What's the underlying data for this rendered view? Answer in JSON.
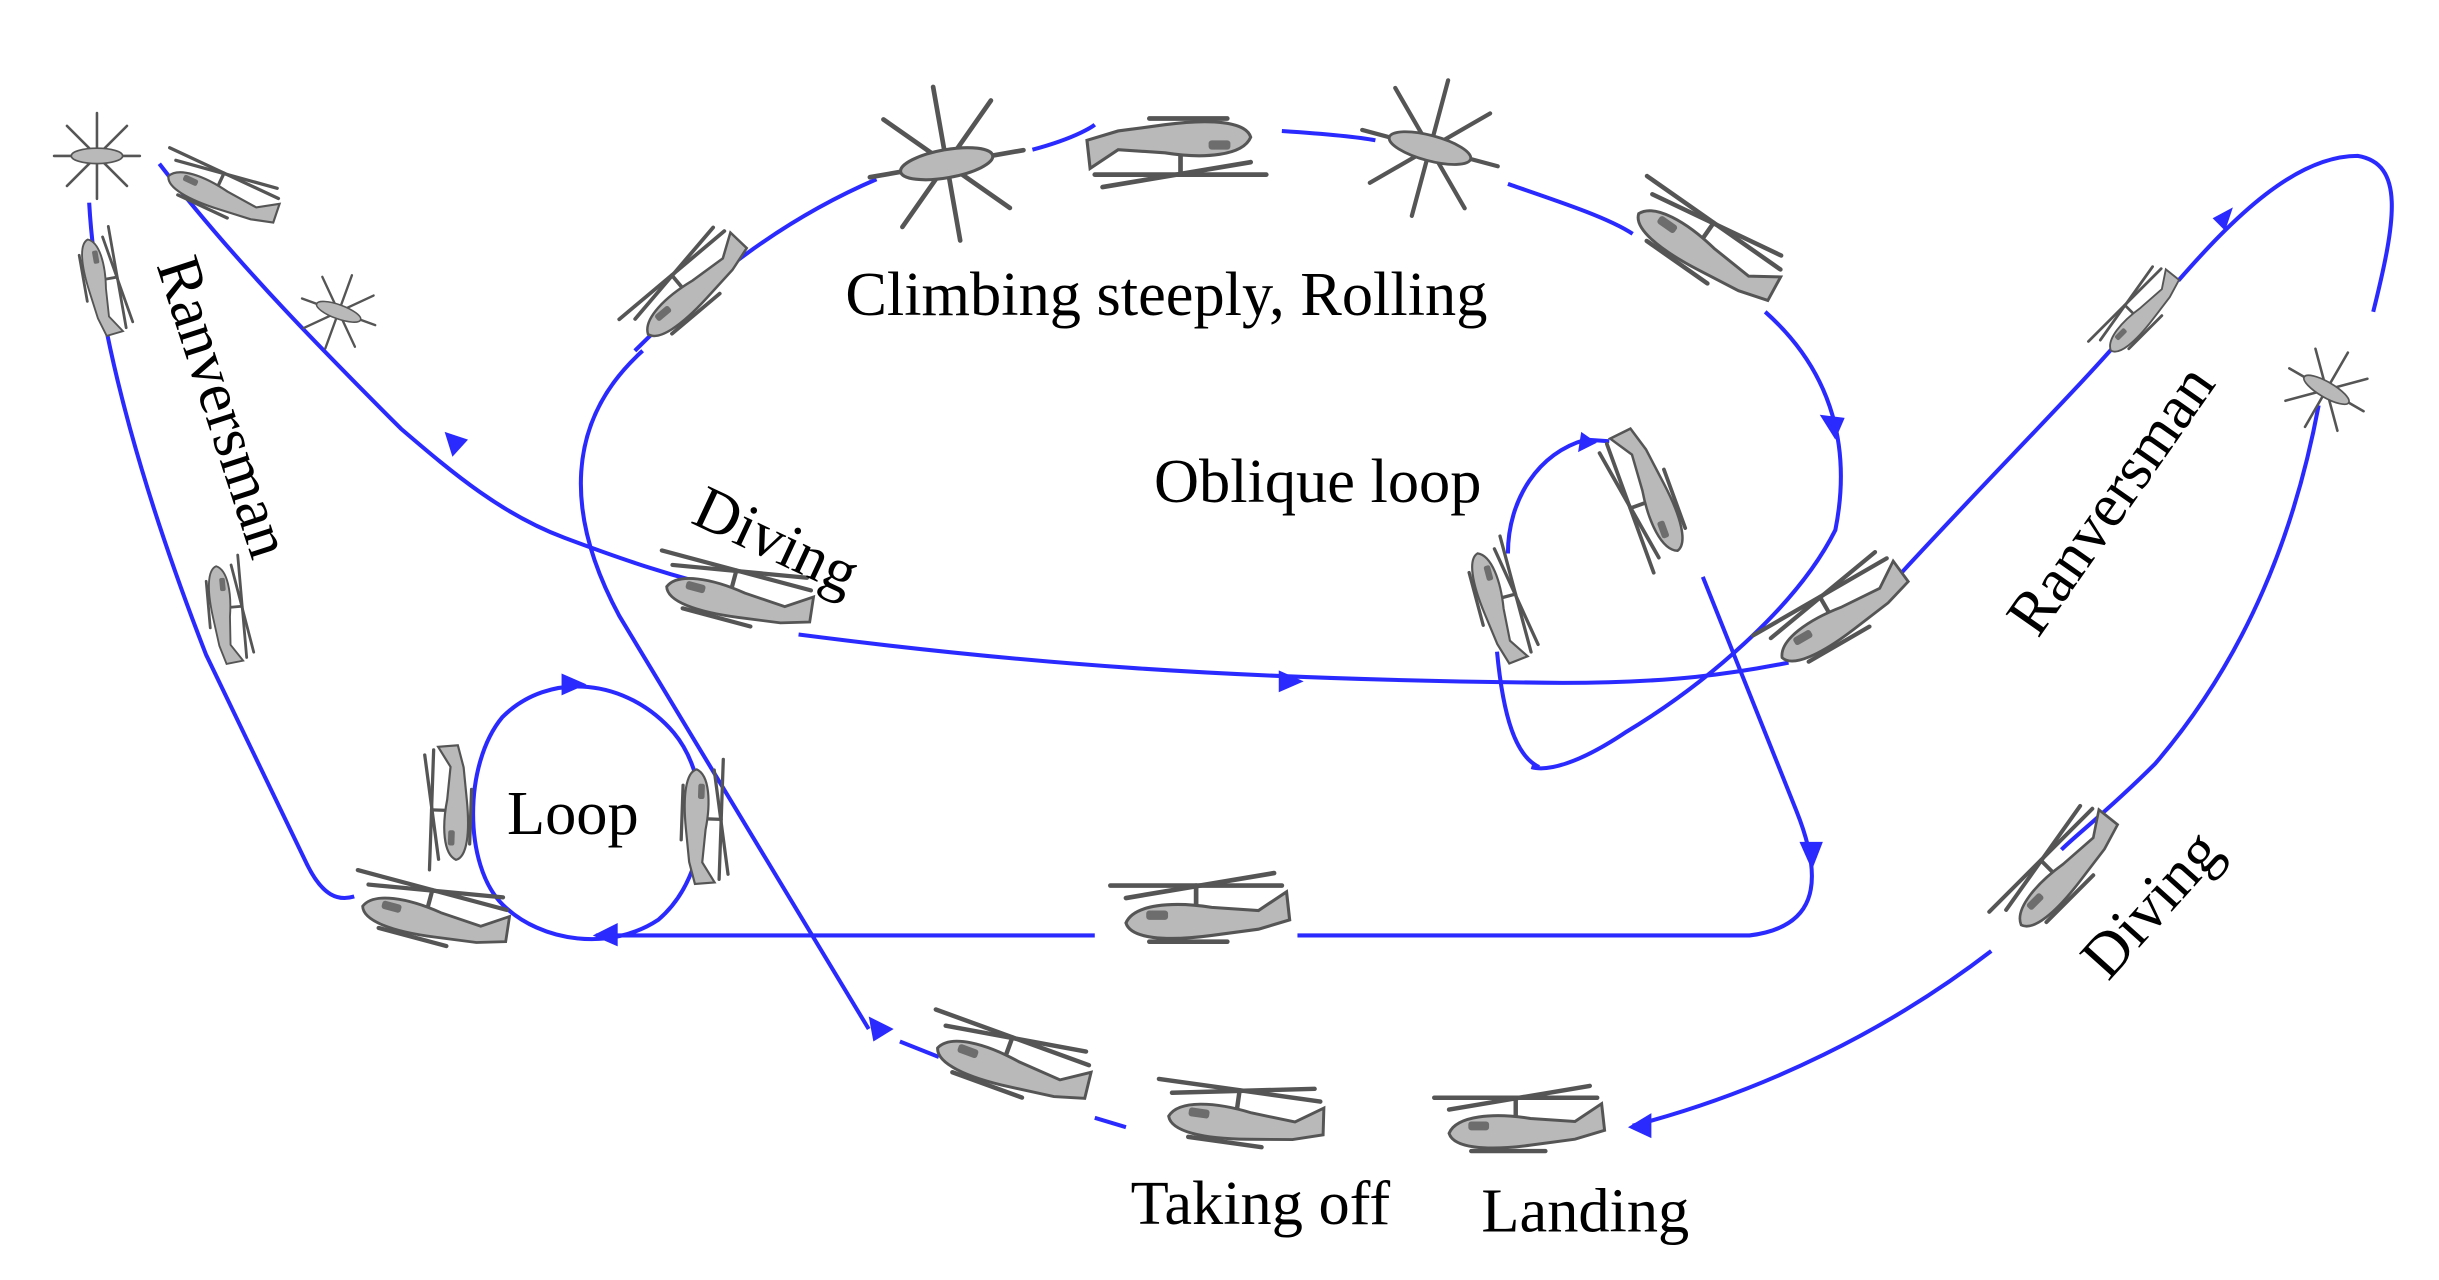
{
  "colors": {
    "path": "#2a2aff",
    "helicopter": "#9a9a9a",
    "text": "#000000",
    "background": "#ffffff"
  },
  "labels": {
    "climbing": "Climbing steeply, Rolling",
    "ranversman_left": "Ranversman",
    "ranversman_right": "Ranversman",
    "diving_center": "Diving",
    "diving_right": "Diving",
    "oblique_loop": "Oblique loop",
    "loop": "Loop",
    "taking_off": "Taking off",
    "landing": "Landing"
  },
  "icons": {
    "helicopter": "helicopter-icon",
    "arrow": "arrowhead-icon"
  }
}
